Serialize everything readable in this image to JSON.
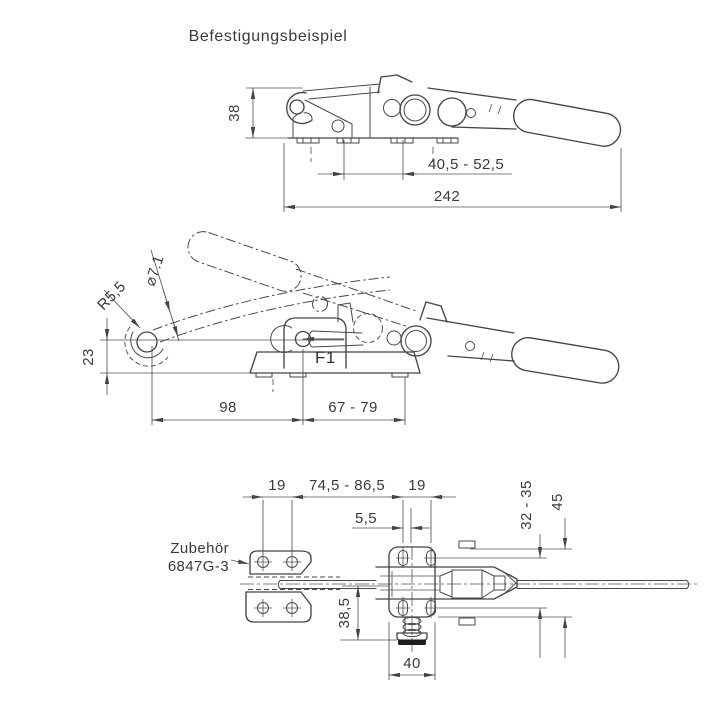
{
  "title": "Befestigungsbeispiel",
  "colors": {
    "line": "#454545",
    "thin_line": "#555555",
    "text": "#3a3a3a",
    "background": "#ffffff",
    "foot_pad": "#1c1c1c"
  },
  "views": {
    "side_mounted": {
      "dims": {
        "height": "38",
        "slot_range": "40,5 - 52,5",
        "total_length": "242"
      }
    },
    "side_action": {
      "dims": {
        "bar_diameter": "⌀7.1",
        "hook_radius": "R5,5",
        "hook_height": "23",
        "force": "F1",
        "hook_distance": "98",
        "adjust_range": "67 - 79"
      }
    },
    "plan": {
      "accessory": {
        "line1": "Zubehör",
        "line2": "6847G-3"
      },
      "dims": {
        "hole_pitch_left": "19",
        "length_range": "74,5 - 86,5",
        "hole_pitch_right": "19",
        "slot_width": "5,5",
        "vertical_slot_range": "32 - 35",
        "base_height": "45",
        "center_to_foot": "38,5",
        "base_width": "40"
      }
    }
  }
}
